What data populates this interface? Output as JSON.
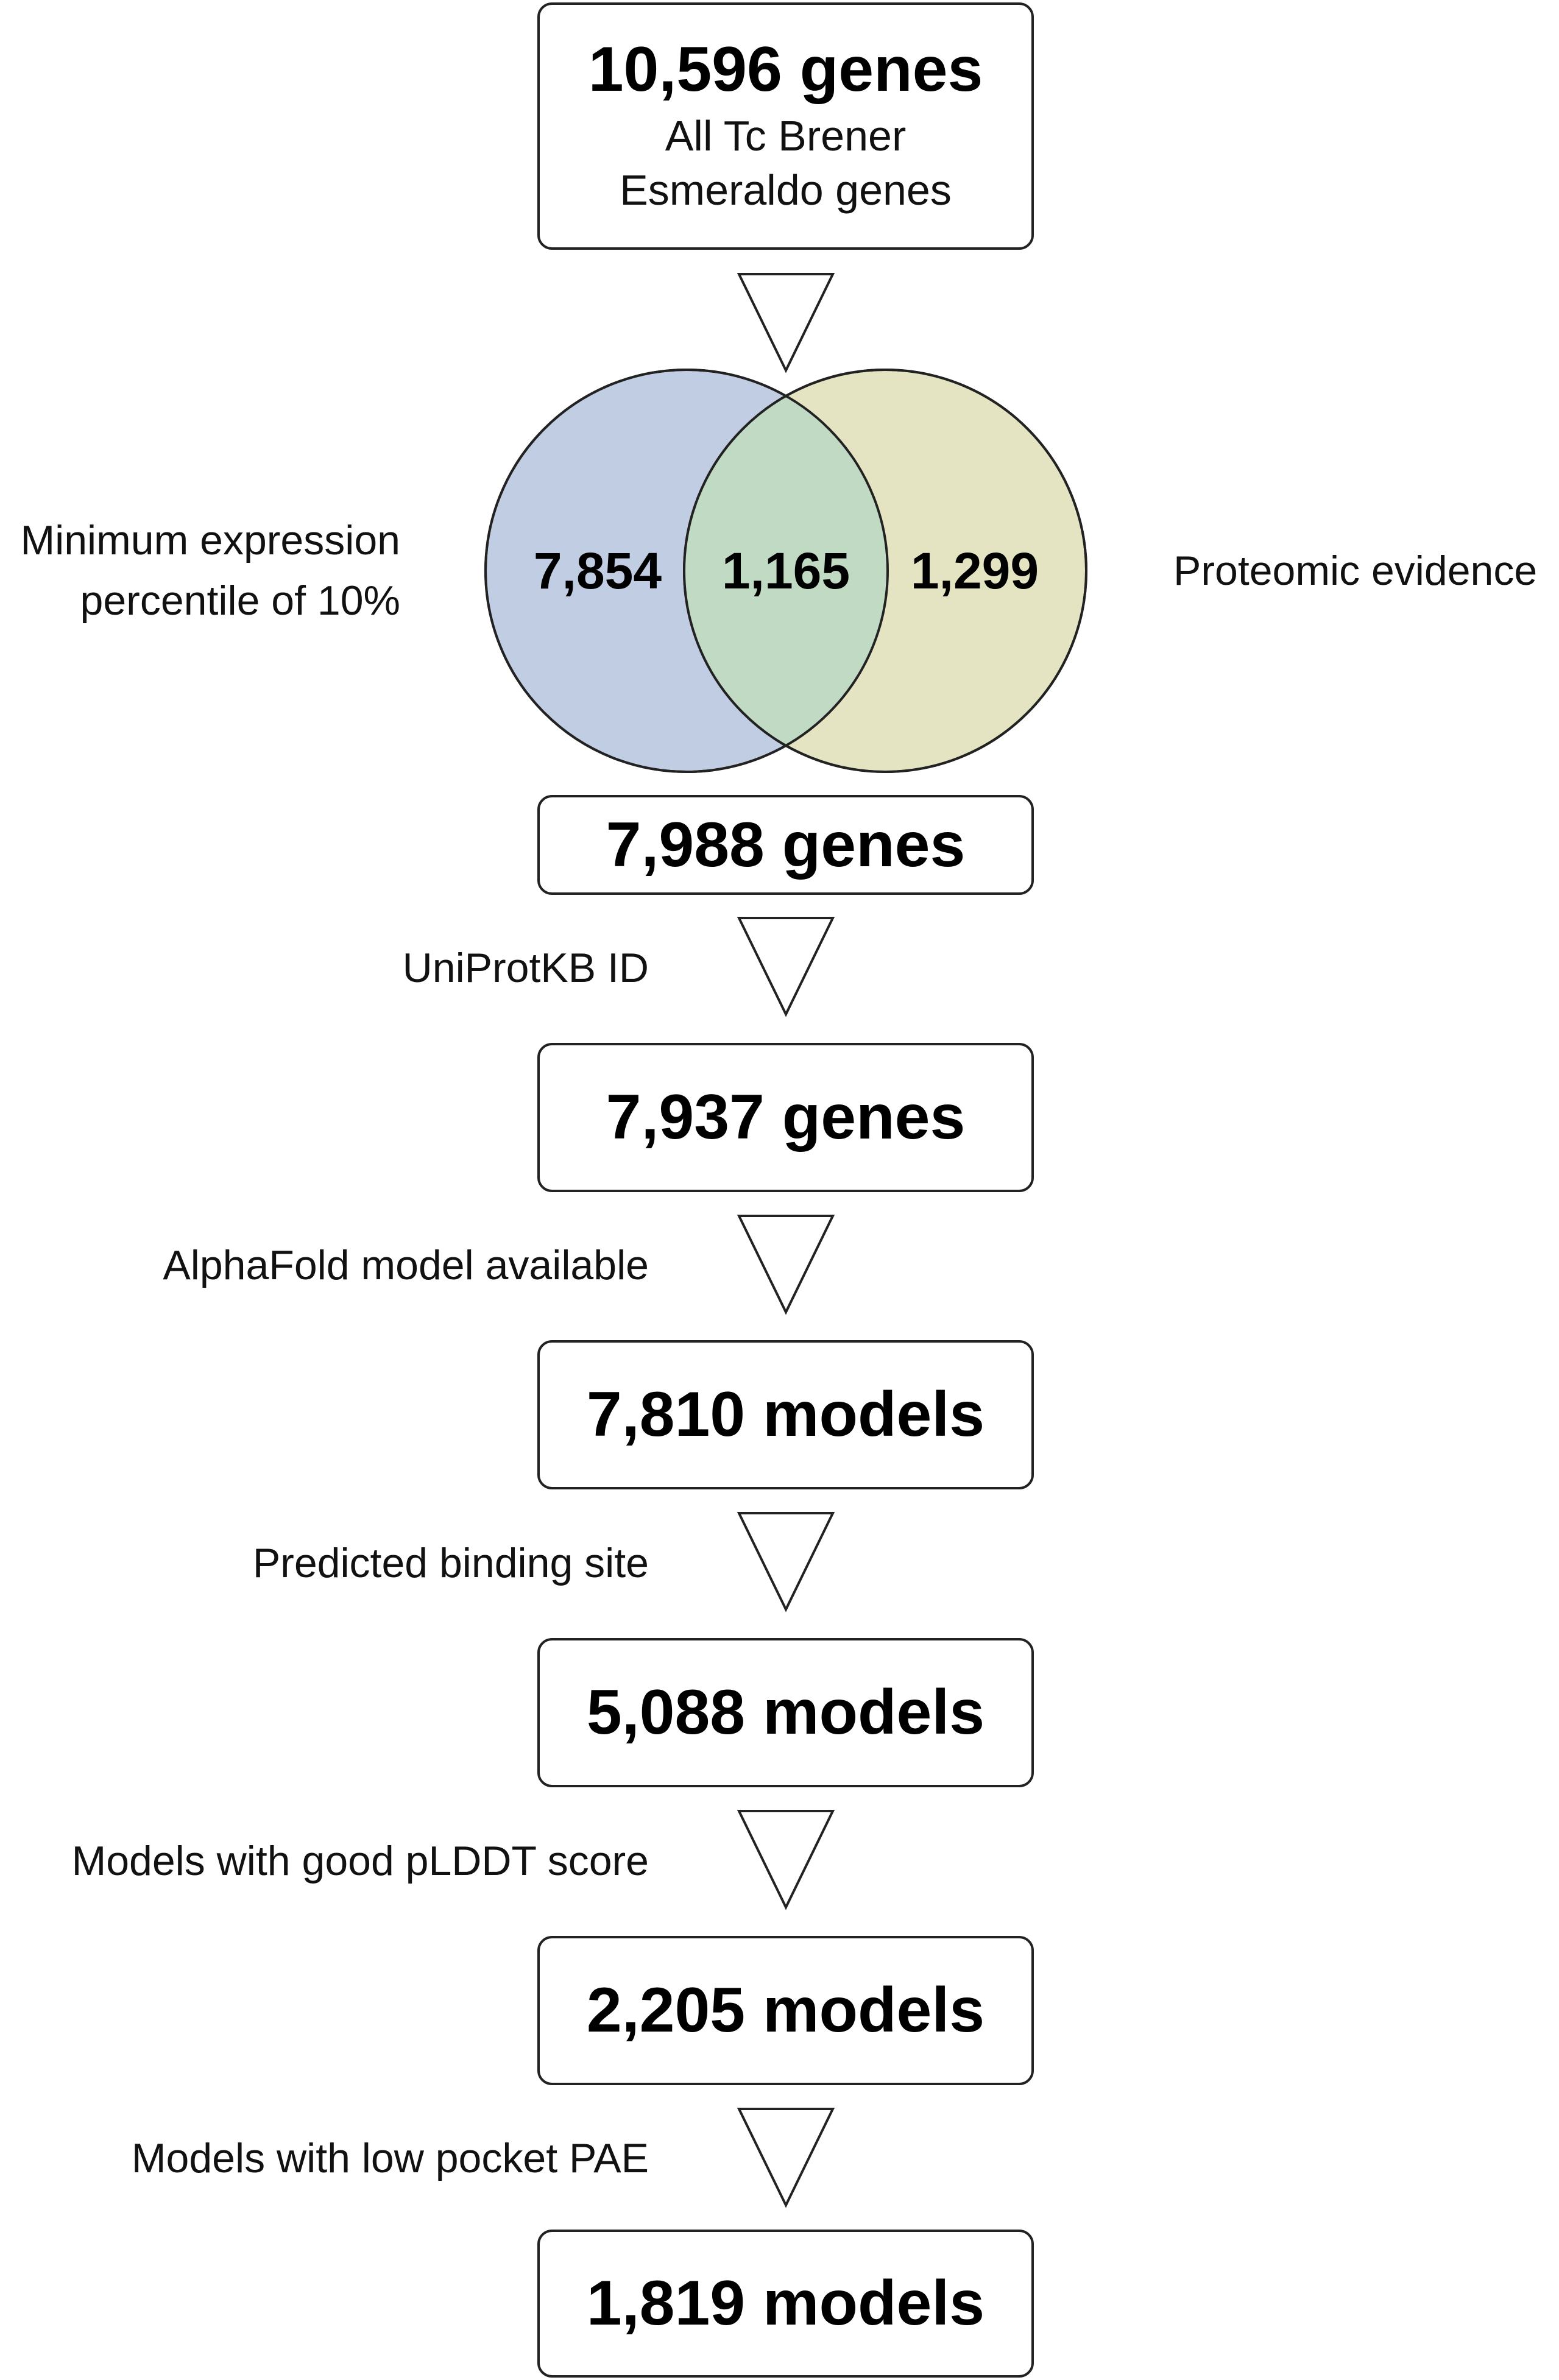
{
  "top_box": {
    "title": "10,596 genes",
    "subtitle_line1": "All Tc Brener",
    "subtitle_line2": "Esmeraldo genes"
  },
  "venn": {
    "left_label_line1": "Minimum expression",
    "left_label_line2": "percentile of 10%",
    "right_label": "Proteomic evidence",
    "left_only": "7,854",
    "intersection": "1,165",
    "right_only": "1,299",
    "colors": {
      "left": "#c1cde2",
      "right": "#e4e4c2",
      "overlap": "#c1dac3"
    }
  },
  "steps": [
    {
      "box": "7,988 genes",
      "filter": "UniProtKB ID"
    },
    {
      "box": "7,937 genes",
      "filter": "AlphaFold model available"
    },
    {
      "box": "7,810 models",
      "filter": "Predicted binding site"
    },
    {
      "box": "5,088 models",
      "filter": "Models with good pLDDT score"
    },
    {
      "box": "2,205 models",
      "filter": "Models with low pocket PAE"
    },
    {
      "box": "1,819 models",
      "filter": ""
    }
  ]
}
